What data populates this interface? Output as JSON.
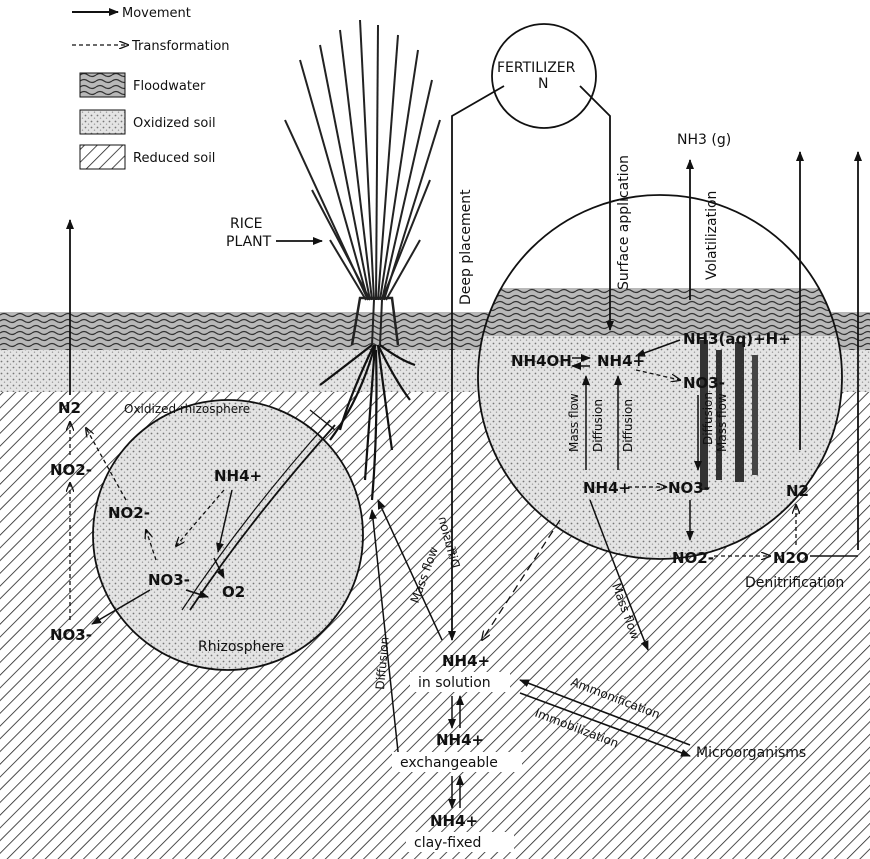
{
  "legend": {
    "movement": "Movement",
    "transformation": "Transformation",
    "floodwater": "Floodwater",
    "oxidized_soil": "Oxidized soil",
    "reduced_soil": "Reduced soil"
  },
  "plant": {
    "label_line1": "RICE",
    "label_line2": "PLANT"
  },
  "fertilizer": {
    "line1": "FERTILIZER",
    "line2": "N"
  },
  "paths": {
    "deep_placement": "Deep placement",
    "surface_application": "Surface application",
    "volatilization": "Volatilization",
    "nh3_gas": "NH3 (g)"
  },
  "left_circle": {
    "oxidized_rhizosphere": "Oxidized rhizosphere",
    "rhizosphere": "Rhizosphere",
    "nh4": "NH4+",
    "no2": "NO2-",
    "no3": "NO3-",
    "o2": "O2"
  },
  "left_column": {
    "n2": "N2",
    "no2": "NO2-",
    "no3": "NO3-"
  },
  "right_circle": {
    "nh4oh": "NH4OH",
    "nh4_top": "NH4+",
    "nh3_aq": "NH3(aq)+H+",
    "no3_top": "NO3-",
    "mass_flow_left": "Mass flow",
    "diffusion_left": "Diffusion",
    "diffusion_mid": "Diffusion",
    "diffusion_right": "Diffusion",
    "mass_flow_right": "Mass flow",
    "nh4_bottom": "NH4+",
    "no3_bottom": "NO3-"
  },
  "denitrification": {
    "no2": "NO2-",
    "n2o": "N2O",
    "n2": "N2",
    "label": "Denitrification"
  },
  "soil_pool": {
    "mass_flow": "Mass flow",
    "diffusion_upside": "Diffusion",
    "diffusion_root": "Diffusion",
    "mass_flow_right": "Mass flow",
    "nh4_solution": "NH4+",
    "in_solution": "in solution",
    "nh4_exchangeable": "NH4+",
    "exchangeable": "exchangeable",
    "nh4_clay": "NH4+",
    "clay_fixed": "clay-fixed",
    "ammonification": "Ammonification",
    "immobilization": "Immobilization",
    "microorganisms": "Microorganisms"
  }
}
